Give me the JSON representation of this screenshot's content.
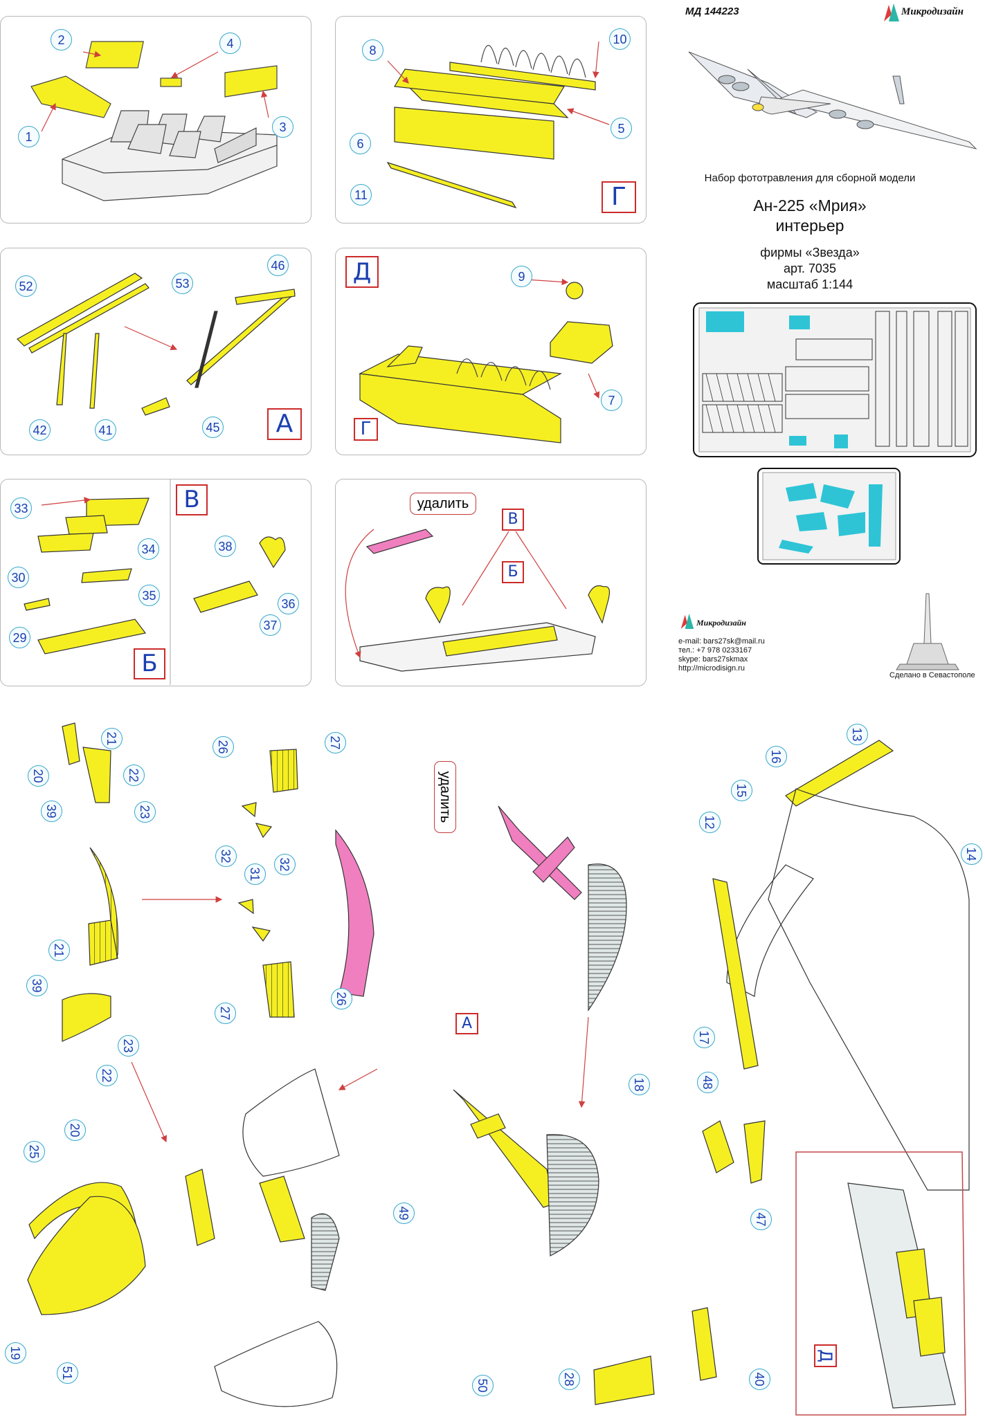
{
  "header": {
    "product_code": "МД 144223",
    "brand": "Микродизайн",
    "subtitle": "Набор фототравления для сборной модели",
    "model_name": "Ан-225 «Мрия»",
    "model_part": "интерьер",
    "manufacturer": "фирмы «Звезда»",
    "article": "арт. 7035",
    "scale": "масштаб 1:144"
  },
  "contacts": {
    "brand": "Микродизайн",
    "email": "e-mail: bars27sk@mail.ru",
    "phone": "тел.: +7 978 0233167",
    "skype": "skype: bars27skmax",
    "website": "http://microdisign.ru",
    "made_in": "Сделано в Севастополе"
  },
  "labels": {
    "remove": "удалить"
  },
  "section_letters": {
    "panel_a": "А",
    "panel_g": "Г",
    "panel_d": "Д",
    "panel_d_small": "Г",
    "panel_v": "В",
    "panel_b": "Б",
    "panel_6_v": "В",
    "panel_6_b": "Б",
    "main_a": "А",
    "main_d": "Д"
  },
  "part_numbers": {
    "p1": [
      "1",
      "2",
      "3",
      "4"
    ],
    "p2": [
      "5",
      "6",
      "8",
      "10",
      "11"
    ],
    "p3": [
      "41",
      "42",
      "45",
      "46",
      "52",
      "53"
    ],
    "p4": [
      "7",
      "9"
    ],
    "p5": [
      "29",
      "30",
      "33",
      "34",
      "35",
      "36",
      "37",
      "38"
    ],
    "main": [
      "12",
      "13",
      "14",
      "15",
      "16",
      "17",
      "18",
      "19",
      "20",
      "20",
      "21",
      "21",
      "22",
      "22",
      "23",
      "23",
      "25",
      "26",
      "26",
      "27",
      "27",
      "28",
      "31",
      "32",
      "32",
      "39",
      "39",
      "40",
      "47",
      "48",
      "49",
      "50",
      "51"
    ]
  },
  "colors": {
    "part_yellow": "#f5ef22",
    "remove_pink": "#f07fc0",
    "fret_cyan": "#2ec4d6",
    "badge_border": "#3aa7c9",
    "number_blue": "#1b3fb0",
    "letter_frame_red": "#cc2a2a",
    "arrow_red": "#d04040"
  }
}
